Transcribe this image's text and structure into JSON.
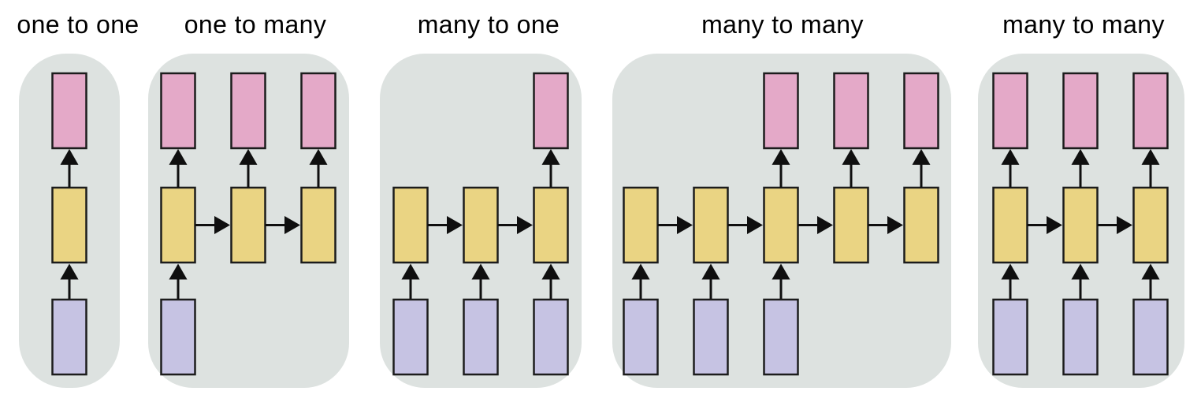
{
  "figure": {
    "background": "#ffffff",
    "panel_background": "#dde2e0",
    "node_colors": {
      "input": "#c6c3e3",
      "hidden": "#ead483",
      "output": "#e4a9c8"
    },
    "box_stroke": "#1c1c1c",
    "arrow_color": "#0f0f0f",
    "title_color": "#000000",
    "panels": [
      {
        "id": "one-to-one",
        "title": "one to one",
        "columns": [
          {
            "input": true,
            "hidden": true,
            "output": true
          }
        ]
      },
      {
        "id": "one-to-many",
        "title": "one to many",
        "columns": [
          {
            "input": true,
            "hidden": true,
            "output": true
          },
          {
            "input": false,
            "hidden": true,
            "output": true
          },
          {
            "input": false,
            "hidden": true,
            "output": true
          }
        ]
      },
      {
        "id": "many-to-one",
        "title": "many to one",
        "columns": [
          {
            "input": true,
            "hidden": true,
            "output": false
          },
          {
            "input": true,
            "hidden": true,
            "output": false
          },
          {
            "input": true,
            "hidden": true,
            "output": true
          }
        ]
      },
      {
        "id": "many-to-many-encoder-decoder",
        "title": "many to many",
        "columns": [
          {
            "input": true,
            "hidden": true,
            "output": false
          },
          {
            "input": true,
            "hidden": true,
            "output": false
          },
          {
            "input": true,
            "hidden": true,
            "output": true
          },
          {
            "input": false,
            "hidden": true,
            "output": true
          },
          {
            "input": false,
            "hidden": true,
            "output": true
          }
        ]
      },
      {
        "id": "many-to-many-synced",
        "title": "many to many",
        "columns": [
          {
            "input": true,
            "hidden": true,
            "output": true
          },
          {
            "input": true,
            "hidden": true,
            "output": true
          },
          {
            "input": true,
            "hidden": true,
            "output": true
          }
        ]
      }
    ]
  }
}
